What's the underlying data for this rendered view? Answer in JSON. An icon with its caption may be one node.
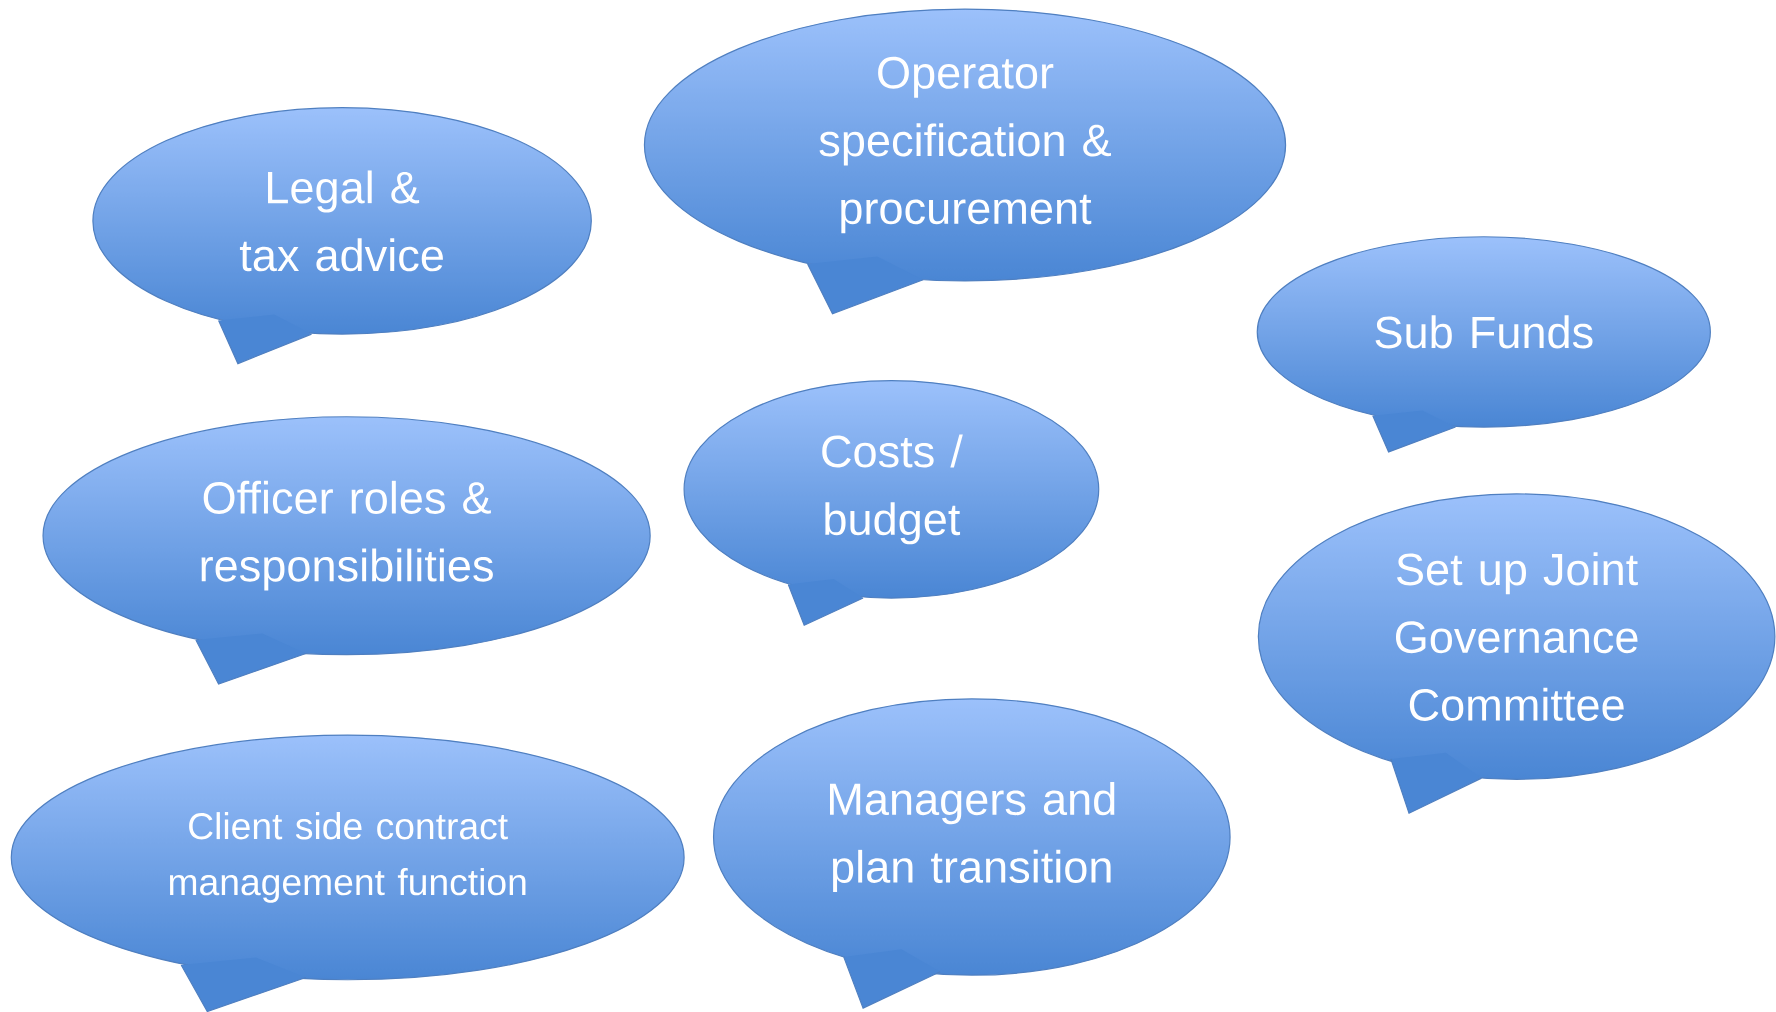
{
  "diagram": {
    "nodes": [
      {
        "text": [
          "Legal & tax advice"
        ]
      },
      {
        "text": [
          "Operator specification & procurement"
        ]
      },
      {
        "text": [
          "Sub Funds"
        ]
      },
      {
        "text": [
          "Officer roles & responsibilities"
        ]
      },
      {
        "text": [
          "Costs / budget"
        ]
      },
      {
        "text": [
          "Set up Joint Governance Committee"
        ]
      },
      {
        "text": [
          "Client side contract management function"
        ]
      },
      {
        "text": [
          "Managers and plan transition"
        ]
      }
    ]
  }
}
